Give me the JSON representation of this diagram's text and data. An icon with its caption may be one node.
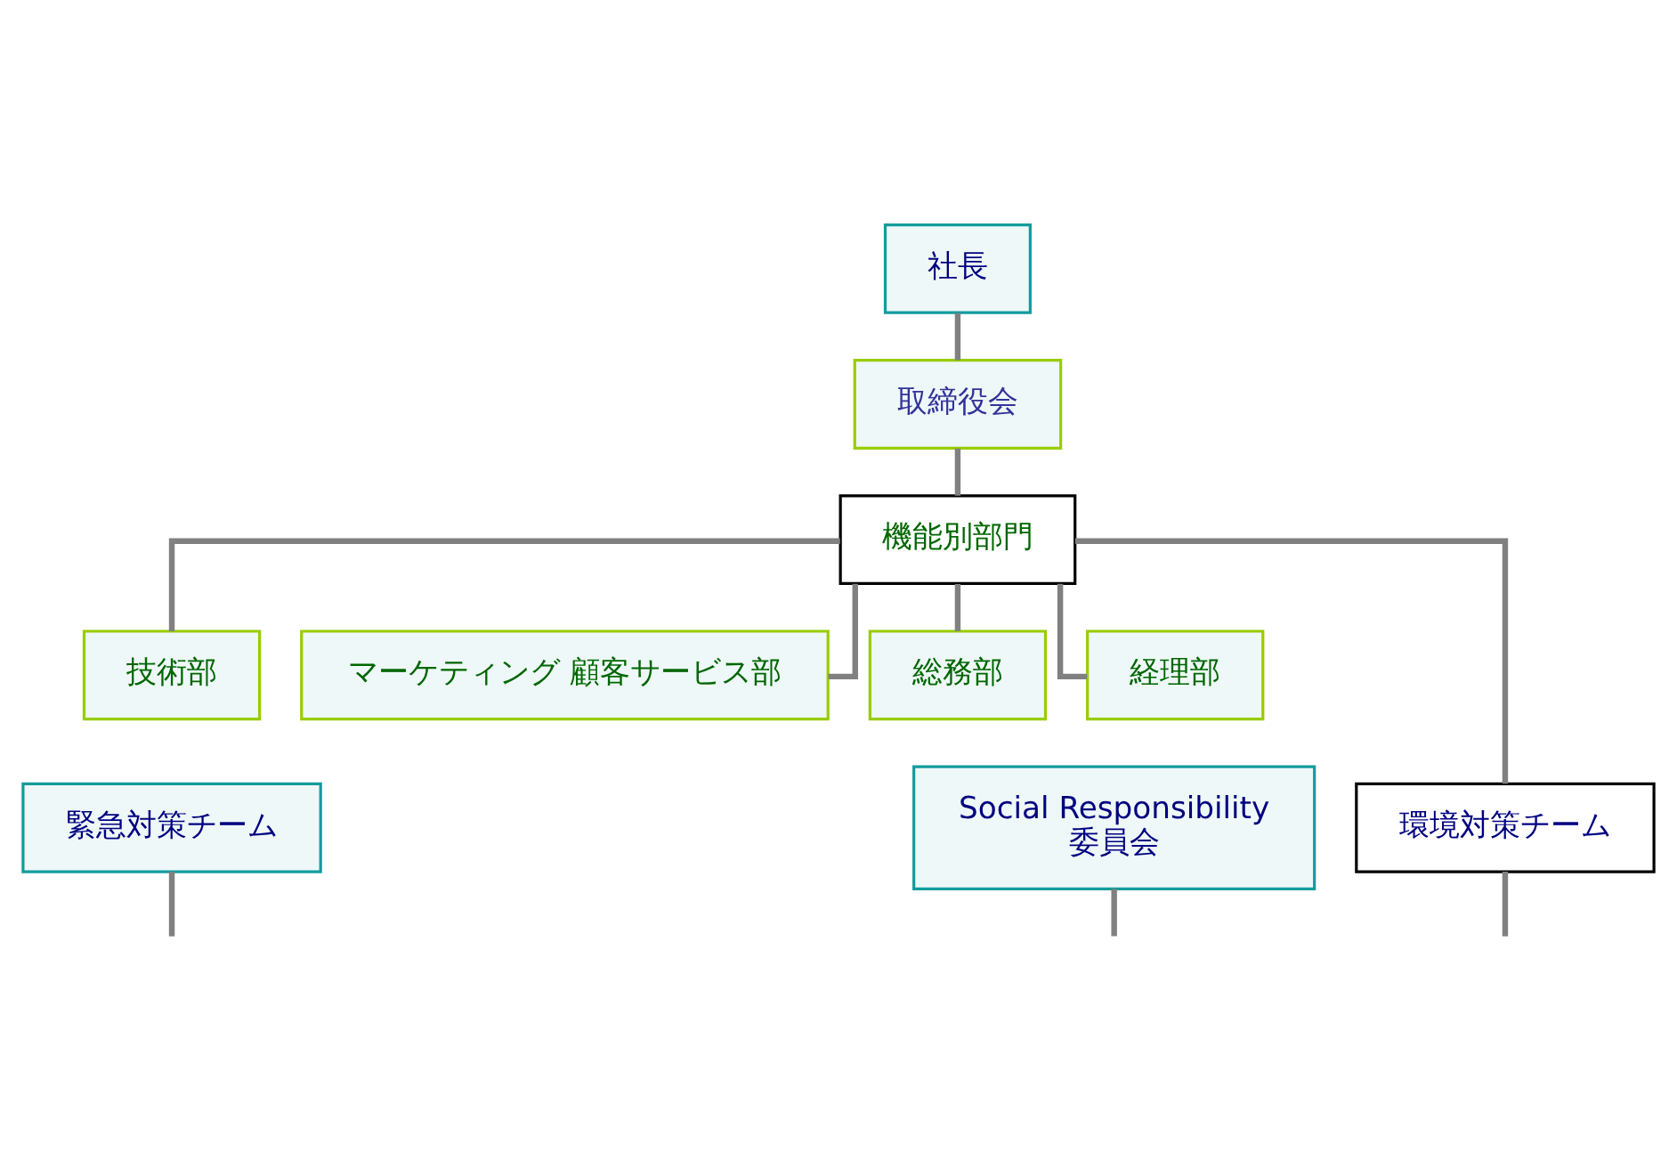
{
  "diagram": {
    "nodes": [
      {
        "text": [
          "社長"
        ]
      },
      {
        "text": [
          "取締役会"
        ]
      },
      {
        "text": [
          "機能別部門"
        ]
      },
      {
        "text": [
          "技術部"
        ]
      },
      {
        "text": [
          "マーケティング 顧客サービス部"
        ]
      },
      {
        "text": [
          "総務部"
        ]
      },
      {
        "text": [
          "経理部"
        ]
      },
      {
        "text": [
          "緊急対策チーム"
        ]
      },
      {
        "text": [
          "環境対策チーム"
        ]
      },
      {
        "text": [
          "Social Responsibility",
          "委員会"
        ]
      }
    ],
    "edges": [
      {
        "from": 0,
        "to": 1,
        "arrow": "none"
      },
      {
        "from": 1,
        "to": 2,
        "arrow": "none"
      },
      {
        "from": 2,
        "to": 3,
        "arrow": "none"
      },
      {
        "from": 2,
        "to": 4,
        "arrow": "none"
      },
      {
        "from": 2,
        "to": 5,
        "arrow": "none"
      },
      {
        "from": 2,
        "to": 6,
        "arrow": "none"
      },
      {
        "from": 2,
        "to": 8,
        "arrow": "none"
      },
      {
        "from": 7,
        "to": null,
        "arrow": "none"
      },
      {
        "from": 8,
        "to": null,
        "arrow": "none"
      },
      {
        "from": 9,
        "to": null,
        "arrow": "none"
      }
    ]
  }
}
